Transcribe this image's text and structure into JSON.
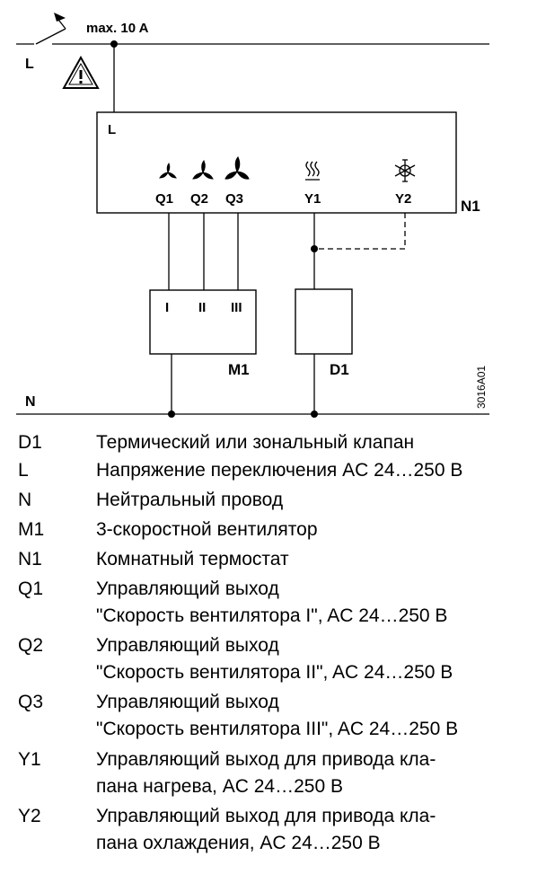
{
  "diagram": {
    "max_current": "max. 10 A",
    "line_L": "L",
    "thermostat_L": "L",
    "outputs": {
      "q1": "Q1",
      "q2": "Q2",
      "q3": "Q3",
      "y1": "Y1",
      "y2": "Y2"
    },
    "thermostat_name": "N1",
    "fan_terminals": {
      "t1": "I",
      "t2": "II",
      "t3": "III"
    },
    "fan_name": "M1",
    "valve_name": "D1",
    "neutral": "N",
    "doc_code": "3016A01",
    "icons": [
      "warning-triangle-icon",
      "fan-icon",
      "heating-icon",
      "cooling-icon",
      "switch-icon"
    ]
  },
  "legend": [
    {
      "code": "D1",
      "lines": [
        "Термический или зональный клапан"
      ]
    },
    {
      "code": "L",
      "lines": [
        "Напряжение переключения AC 24…250 В"
      ]
    },
    {
      "code": "N",
      "lines": [
        "Нейтральный провод"
      ]
    },
    {
      "code": "M1",
      "lines": [
        "3-скоростной вентилятор"
      ]
    },
    {
      "code": "N1",
      "lines": [
        "Комнатный термостат"
      ]
    },
    {
      "code": "Q1",
      "lines": [
        "Управляющий выход",
        "\"Скорость вентилятора I\", AC 24…250 В"
      ]
    },
    {
      "code": "Q2",
      "lines": [
        "Управляющий выход",
        "\"Скорость вентилятора II\", AC 24…250 В"
      ]
    },
    {
      "code": "Q3",
      "lines": [
        "Управляющий выход",
        "\"Скорость вентилятора III\", AC 24…250 В"
      ]
    },
    {
      "code": "Y1",
      "lines": [
        "Управляющий выход для привода кла-",
        "пана нагрева, AC 24…250 В"
      ]
    },
    {
      "code": "Y2",
      "lines": [
        "Управляющий выход для привода кла-",
        "пана охлаждения, AC 24…250 В"
      ]
    }
  ]
}
